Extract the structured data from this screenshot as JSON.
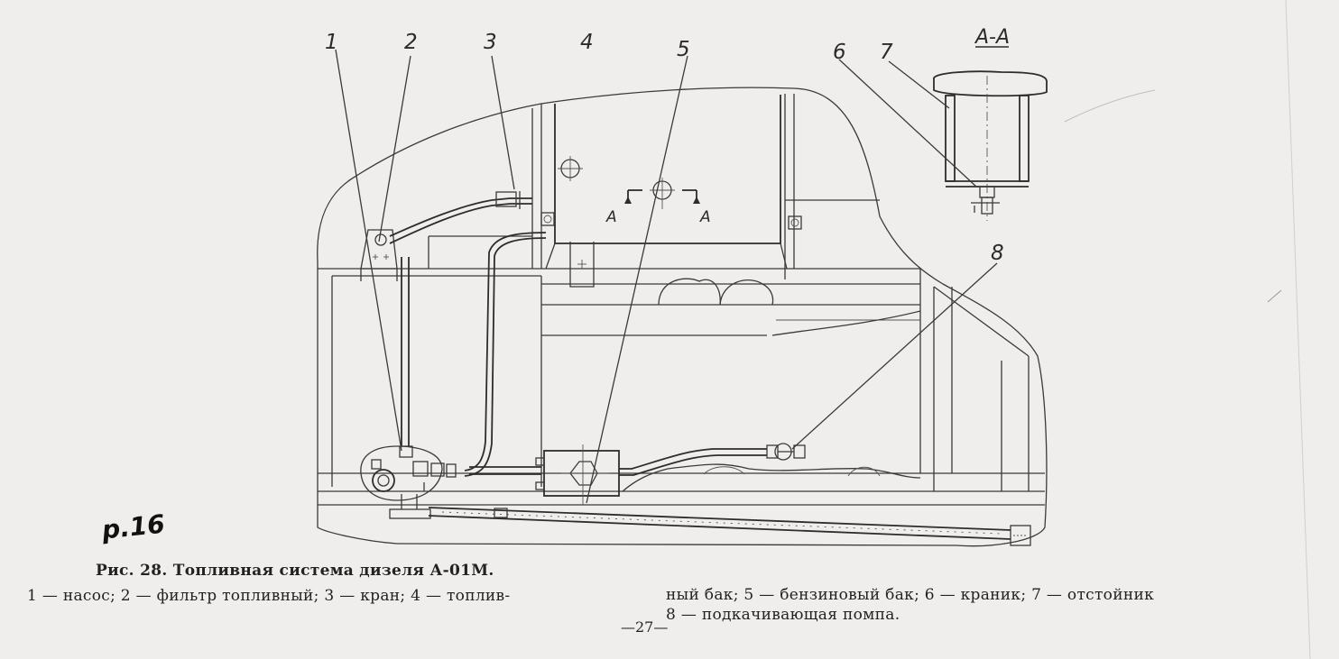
{
  "figure": {
    "callouts": [
      {
        "label": "1"
      },
      {
        "label": "2"
      },
      {
        "label": "3"
      },
      {
        "label": "4"
      },
      {
        "label": "5"
      },
      {
        "label": "6"
      },
      {
        "label": "7"
      },
      {
        "label": "8"
      }
    ],
    "section_label": "А-А",
    "cut_marks": [
      "А",
      "А"
    ],
    "page_mark": "р.16"
  },
  "caption": {
    "title": "Рис. 28. Топливная система дизеля А-01М.",
    "left_line": "1 — насос; 2 — фильтр топливный; 3 — кран; 4 — топлив-",
    "right_line_1": "ный бак; 5 — бензиновый бак; 6 — краник; 7 — отстойник",
    "right_line_2": "8 — подкачивающая помпа.",
    "page_number": "—27—"
  }
}
